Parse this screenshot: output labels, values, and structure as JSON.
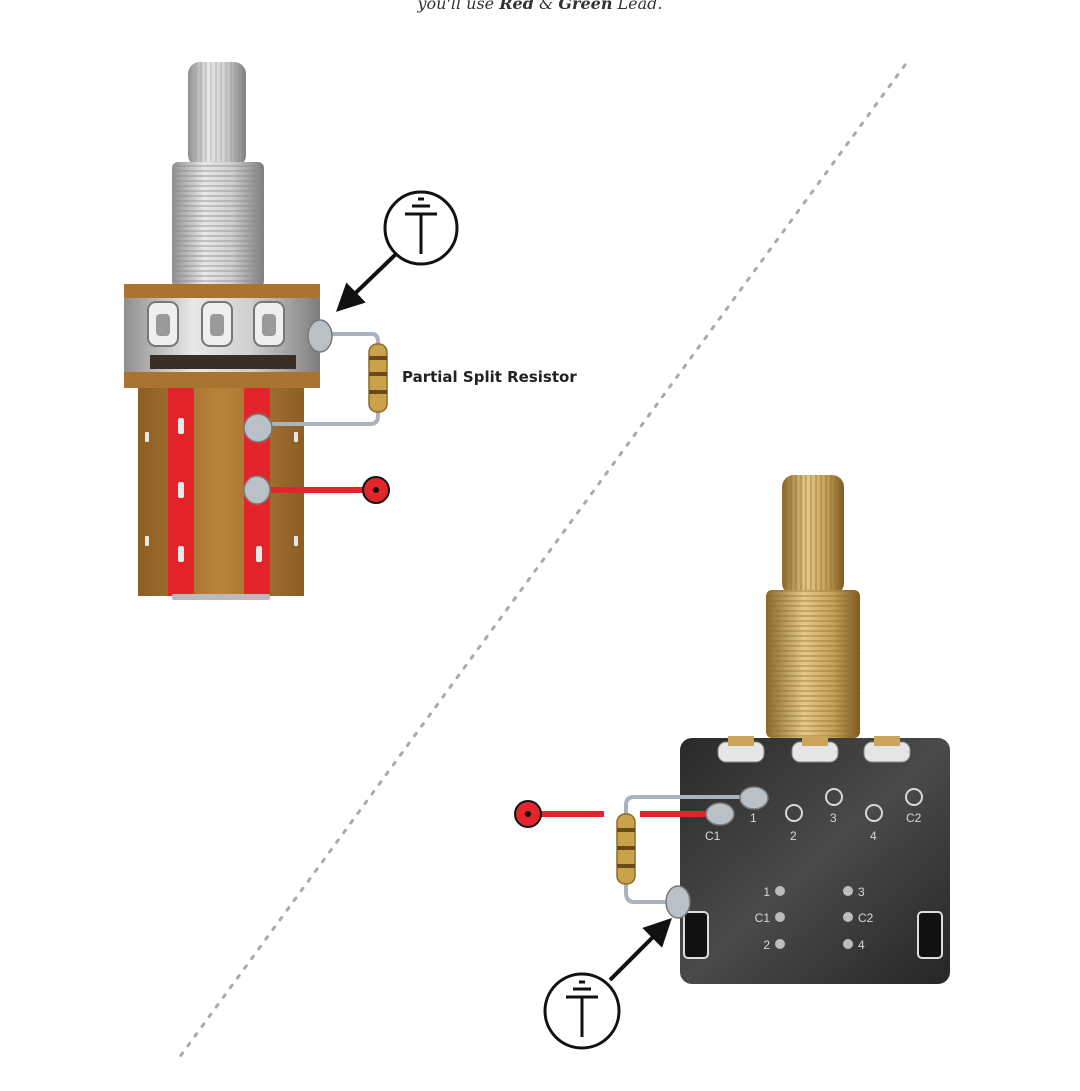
{
  "caption": {
    "prefix": "you'll use",
    "lead1": "Red",
    "amp": "&",
    "lead2": "Green",
    "suffix": "Lead."
  },
  "labels": {
    "partial_split_resistor": "Partial Split Resistor"
  },
  "pot2_terminals": {
    "top_row": [
      "C1",
      "1",
      "2",
      "3",
      "4",
      "C2"
    ],
    "left_col": [
      "1",
      "C1",
      "2"
    ],
    "right_col": [
      "3",
      "C2",
      "4"
    ]
  },
  "icons": {
    "ground_symbol": "ground-symbol-icon"
  },
  "colors": {
    "wire_red": "#e3242b",
    "brass": "#c9a45a",
    "pot_body_dark": "#2e2e2e",
    "pot_body_tan": "#a8742f",
    "resistor": "#c9a24a",
    "dotted_divider": "#aaaaaa"
  }
}
